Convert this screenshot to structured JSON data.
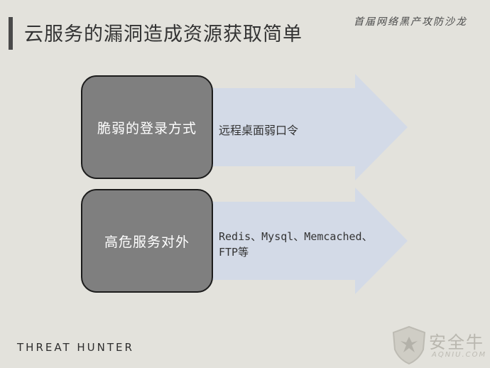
{
  "slide": {
    "title": "云服务的漏洞造成资源获取简单",
    "corner_note": "首届网络黑产攻防沙龙"
  },
  "rows": [
    {
      "label": "脆弱的登录方式",
      "detail_lines": [
        "远程桌面弱口令"
      ]
    },
    {
      "label": "高危服务对外",
      "detail_lines": [
        "Redis、Mysql、Memcached、",
        "FTP等"
      ]
    }
  ],
  "footer": {
    "brand": "THREAT HUNTER"
  },
  "watermark": {
    "text": "安全牛",
    "sub": "AQNIU.COM"
  },
  "colors": {
    "background": "#e3e2dc",
    "box_fill": "#7f7f7f",
    "arrow_fill": "#d3dae7",
    "title_bar": "#4a4a4a"
  }
}
